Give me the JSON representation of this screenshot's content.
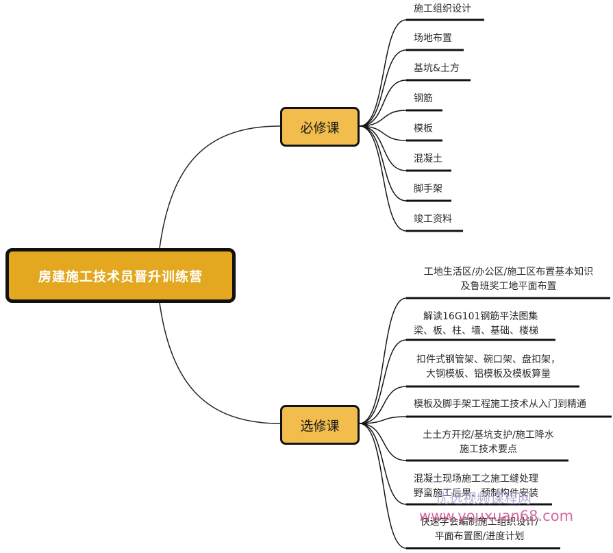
{
  "root": {
    "label": "房建施工技术员晋升训练营"
  },
  "required": {
    "label": "必修课",
    "items": [
      {
        "lines": [
          "施工组织设计"
        ]
      },
      {
        "lines": [
          "场地布置"
        ]
      },
      {
        "lines": [
          "基坑&土方"
        ]
      },
      {
        "lines": [
          "钢筋"
        ]
      },
      {
        "lines": [
          "模板"
        ]
      },
      {
        "lines": [
          "混凝土"
        ]
      },
      {
        "lines": [
          "脚手架"
        ]
      },
      {
        "lines": [
          "竣工资料"
        ]
      }
    ]
  },
  "elective": {
    "label": "选修课",
    "items": [
      {
        "lines": [
          "工地生活区/办公区/施工区布置基本知识",
          "及鲁班奖工地平面布置"
        ]
      },
      {
        "lines": [
          "解读16G101钢筋平法图集",
          "梁、板、柱、墙、基础、楼梯"
        ]
      },
      {
        "lines": [
          "扣件式钢管架、碗口架、盘扣架，",
          "大钢模板、铝模板及模板算量"
        ]
      },
      {
        "lines": [
          "模板及脚手架工程施工技术从入门到精通"
        ]
      },
      {
        "lines": [
          "土土方开挖/基坑支护/施工降水",
          "施工技术要点"
        ]
      },
      {
        "lines": [
          "混凝土现场施工之施工缝处理",
          "野蛮施工后果、预制构件安装"
        ]
      },
      {
        "lines": [
          "快速学会编制施工组织设计/",
          "平面布置图/进度计划"
        ]
      }
    ]
  },
  "watermark": {
    "line1": "优选视频课程网",
    "line2": "www.youxuan68.com"
  },
  "colors": {
    "root_fill": "#e3a81f",
    "branch_fill": "#f2bd4d",
    "stroke": "#111111"
  }
}
